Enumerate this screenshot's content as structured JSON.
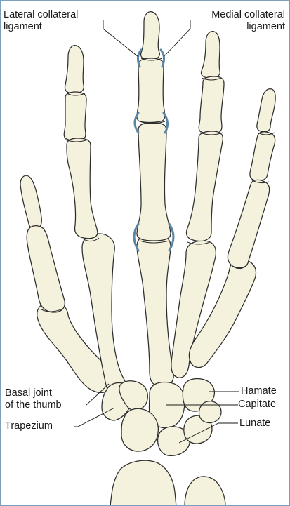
{
  "labels": {
    "lateral_collateral_ligament": [
      "Lateral collateral",
      "ligament"
    ],
    "medial_collateral_ligament": [
      "Medial collateral",
      "ligament"
    ],
    "basal_joint_of_thumb": [
      "Basal joint",
      "of the thumb"
    ],
    "trapezium": "Trapezium",
    "hamate": "Hamate",
    "capitate": "Capitate",
    "lunate": "Lunate"
  },
  "colors": {
    "bone_fill": "#f4f1dc",
    "bone_outline": "#2d2d2d",
    "ligament": "#5a86a6",
    "frame_border": "#7aa1bf"
  }
}
